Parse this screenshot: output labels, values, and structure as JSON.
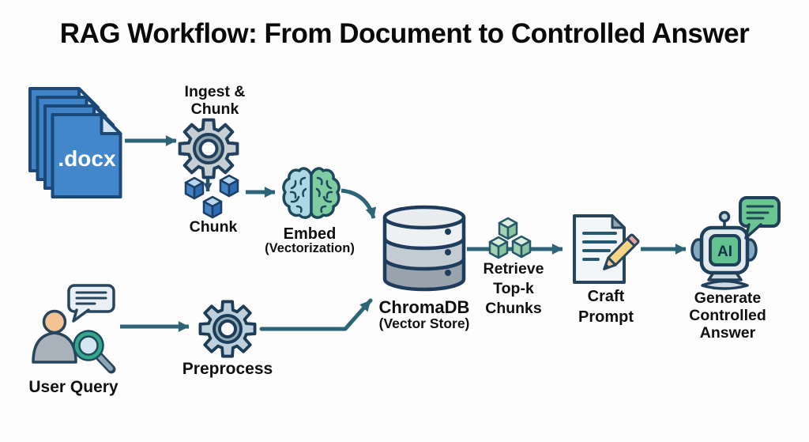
{
  "title": "RAG Workflow: From Document to Controlled Answer",
  "palette": {
    "arrow_teal": "#2e6478",
    "arrow_navy": "#24506b",
    "doc_blue": "#3f82c5",
    "cube_blue": "#2d6cb2",
    "cube_green": "#8ac49e",
    "brain_blue": "#aed7e4",
    "brain_green": "#7fcba2",
    "robot_screen_green": "#63c290",
    "outline_navy": "#1f3f5a"
  },
  "nodes": {
    "documents": {
      "icon": "document-stack-icon",
      "file_type": ".docx"
    },
    "ingest": {
      "icon": "gear-icon",
      "label_line1": "Ingest &",
      "label_line2": "Chunk"
    },
    "chunk": {
      "icon": "cubes-icon",
      "label": "Chunk"
    },
    "embed": {
      "icon": "brain-icon",
      "label": "Embed",
      "sublabel": "(Vectorization)"
    },
    "vector_store": {
      "icon": "database-icon",
      "label": "ChromaDB",
      "sublabel": "(Vector Store)"
    },
    "retrieve": {
      "icon": "cubes-icon",
      "label_line1": "Retrieve",
      "label_line2": "Top-k",
      "label_line3": "Chunks"
    },
    "craft_prompt": {
      "icon": "document-pencil-icon",
      "label_line1": "Craft",
      "label_line2": "Prompt"
    },
    "generate": {
      "icon": "robot-icon",
      "screen_text": "AI",
      "label_line1": "Generate",
      "label_line2": "Controlled",
      "label_line3": "Answer"
    },
    "user_query": {
      "icon": "person-search-icon",
      "label": "User Query"
    },
    "preprocess": {
      "icon": "gear-icon",
      "label": "Preprocess"
    }
  }
}
